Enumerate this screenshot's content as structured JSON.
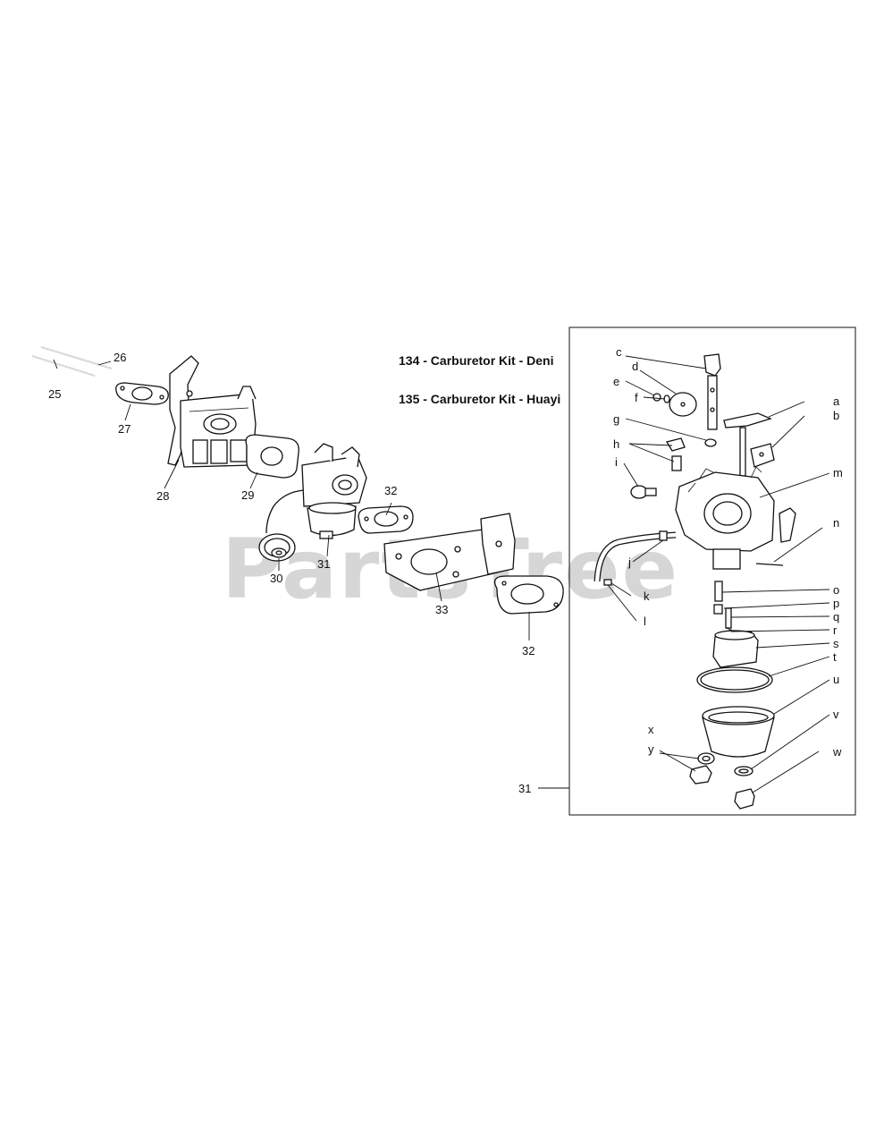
{
  "watermark": "PartsTree",
  "kits": [
    {
      "text": "134 - Carburetor Kit - Deni"
    },
    {
      "text": "135 - Carburetor Kit - Huayi"
    }
  ],
  "left_callouts": [
    {
      "label": "25"
    },
    {
      "label": "26"
    },
    {
      "label": "27"
    },
    {
      "label": "28"
    },
    {
      "label": "29"
    },
    {
      "label": "30"
    },
    {
      "label": "31"
    },
    {
      "label": "32"
    },
    {
      "label": "33"
    },
    {
      "label": "32"
    }
  ],
  "detail_callout": "31",
  "detail_callouts": [
    {
      "label": "a"
    },
    {
      "label": "b"
    },
    {
      "label": "c"
    },
    {
      "label": "d"
    },
    {
      "label": "e"
    },
    {
      "label": "f"
    },
    {
      "label": "g"
    },
    {
      "label": "h"
    },
    {
      "label": "i"
    },
    {
      "label": "j"
    },
    {
      "label": "k"
    },
    {
      "label": "l"
    },
    {
      "label": "m"
    },
    {
      "label": "n"
    },
    {
      "label": "o"
    },
    {
      "label": "p"
    },
    {
      "label": "q"
    },
    {
      "label": "r"
    },
    {
      "label": "s"
    },
    {
      "label": "t"
    },
    {
      "label": "u"
    },
    {
      "label": "v"
    },
    {
      "label": "w"
    },
    {
      "label": "x"
    },
    {
      "label": "y"
    }
  ]
}
